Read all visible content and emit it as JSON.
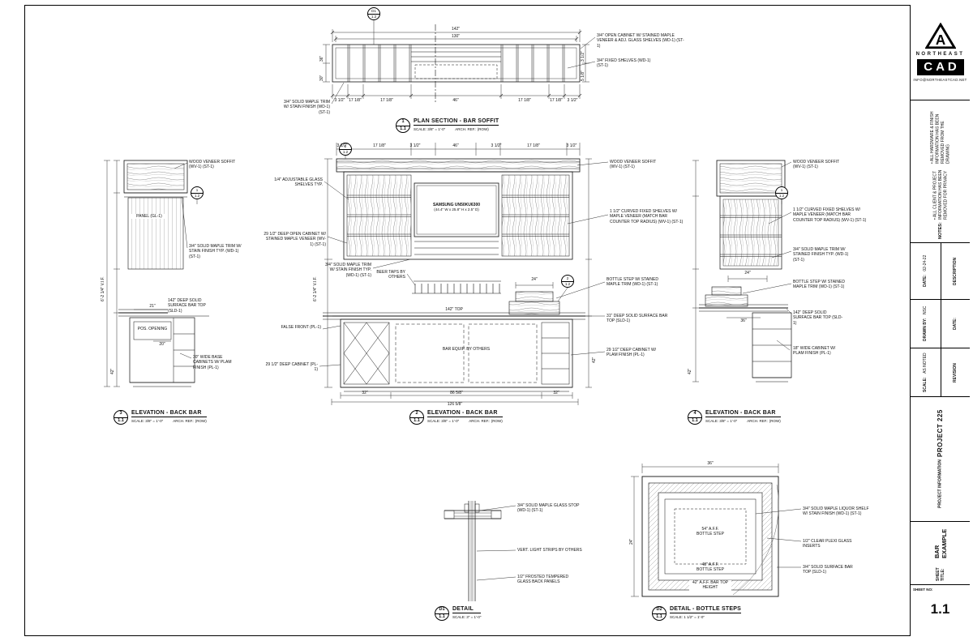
{
  "brand": {
    "logo_letter": "A",
    "name_top": "NORTHEAST",
    "name_main": "CAD",
    "email": "INFO@NORTHEASTCAD.NET"
  },
  "titleblock": {
    "notes_label": "NOTES:",
    "note1": "• ALL CLIENT & PROJECT INFORMATION HAS BEEN REMOVED FOR PRIVACY",
    "note2": "• ALL HARDWARE & FINISH INFORMATION HAS BEEN REMOVED FROM THE DRAWING",
    "date_label": "DATE:",
    "date_value": "02-24-22",
    "description_label": "DESCRIPTION",
    "drawn_by_label": "DRAWN BY:",
    "drawn_by_value": "NSC",
    "rev_date_label": "DATE:",
    "scale_label": "SCALE:",
    "scale_value": "AS NOTED",
    "revision_label": "REVISION",
    "project_info_label": "PROJECT INFORMATION",
    "project_name": "PROJECT 225",
    "sheet_title_label": "SHEET TITLE:",
    "sheet_title": "BAR EXAMPLE",
    "sheet_no_label": "SHEET NO:",
    "sheet_no": "1.1"
  },
  "plan": {
    "bubble_top": "D1",
    "bubble_bottom": "1.2",
    "title": "PLAN SECTION - BAR SOFFIT",
    "marker_num": "1",
    "marker_sheet": "1.1",
    "scale": "SCALE: 3/8\" = 1'-0\"",
    "arch_ref": "ARCH. REF.: (ROW)",
    "ann_open_cabinet": "3/4\" OPEN CABINET W/ STAINED MAPLE VENEER & ADJ. GLASS SHELVES (WD-1) (ST-1)",
    "ann_fixed_shelves": "3/4\" FIXED SHELVES (WD-1) (ST-1)",
    "ann_maple_trim": "3/4\" SOLID MAPLE TRIM W/ STAIN FINISH (WD-1) (ST-1)",
    "dim_142": "142\"",
    "dim_130": "130\"",
    "dim_36": "36\"",
    "dim_30": "30\"",
    "dim_3_right": "3 1/2\"",
    "dim_5": "5 1/8\"",
    "dims_bottom": [
      "3 1/2\"",
      "17 1/8\"",
      "17 1/8\"",
      "46\"",
      "17 1/8\"",
      "17 1/8\"",
      "3 1/2\""
    ]
  },
  "elev_center": {
    "bubble1_top": "2",
    "bubble1_bottom": "1.2",
    "bubble2_top": "2",
    "bubble2_bottom": "1.2",
    "title": "ELEVATION - BACK BAR",
    "marker_num": "2",
    "marker_sheet": "1.1",
    "scale": "SCALE: 3/8\" = 1'-0\"",
    "arch_ref": "ARCH. REF.: (ROW)",
    "ann_soffit": "WOOD VENEER SOFFIT (WV-1) (ST-1)",
    "ann_glass_shelves": "1/4\" ADJUSTABLE GLASS SHELVES TYP.",
    "ann_open_cabinet": "29 1/2\" DEEP OPEN CABINET W/ STAINED MAPLE VENEER (WV-1) (ST-1)",
    "ann_maple_trim": "3/4\" SOLID MAPLE TRIM W/ STAIN FINISH TYP. (WD-1) (ST-1)",
    "ann_beer_taps": "BEER TAPS BY OTHERS",
    "ann_false_front": "FALSE FRONT (PL-1)",
    "ann_deep_cabinet_left": "29 1/2\" DEEP CABINET (PL-1)",
    "ann_curved_shelves": "1 1/2\" CURVED FIXED SHELVES W/ MAPLE VENEER (MATCH BAR COUNTER TOP RADIUS) (WV-1) (ST-1)",
    "ann_bottle_step": "BOTTLE STEP W/ STAINED MAPLE TRIM (WD-1) (ST-1)",
    "ann_bar_top": "31\" DEEP SOLID SURFACE BAR TOP (SLD-1)",
    "ann_deep_cabinet_right": "29 1/2\" DEEP CABINET W/ PLAM FINISH (PL-1)",
    "tv_line1": "SAMSUNG UN50KU6300",
    "tv_line2": "(44.4\" W x 25.8\" H x 2.5\" D)",
    "equip_label": "BAR EQUIP. BY OTHERS",
    "top_label": "142\" TOP",
    "dims_top": [
      "3 1/2\"",
      "17 1/8\"",
      "3 1/2\"",
      "46\"",
      "3 1/2\"",
      "17 1/8\"",
      "3 1/2\""
    ],
    "dim_left_total": "6'-2 1/4\" V.I.F.",
    "dim_24": "24\"",
    "dim_42": "42\"",
    "dim_bottom_32": "32\"",
    "dim_bottom_32r": "32\"",
    "dim_bottom_86": "86 5/8\"",
    "dim_bottom_126": "126 5/8\""
  },
  "elev_left": {
    "bubble_top": "1",
    "bubble_bottom": "1.2",
    "title": "ELEVATION - BACK BAR",
    "marker_num": "3",
    "marker_sheet": "1.1",
    "scale": "SCALE: 3/8\" = 1'-0\"",
    "arch_ref": "ARCH. REF.: (ROW)",
    "ann_soffit": "WOOD VENEER SOFFIT (WV-1) (ST-1)",
    "ann_panel": "PANEL (GL-1)",
    "ann_maple_trim": "3/4\" SOLID MAPLE TRIM W/ STAIN FINISH TYP. (WD-1) (ST-1)",
    "ann_bar_top": "142\" DEEP SOLID SURFACE BAR TOP (SLD-1)",
    "ann_pos": "POS. OPENING",
    "ann_base": "30\" WIDE BASE CABINETS W/ PLAM FINISH (PL-1)",
    "dim_21": "21\"",
    "dim_20": "20\"",
    "dim_42": "42\"",
    "dim_total": "6'-2 1/4\" V.I.F."
  },
  "elev_right": {
    "bubble_top": "1",
    "bubble_bottom": "1.2",
    "title": "ELEVATION - BACK BAR",
    "marker_num": "4",
    "marker_sheet": "1.1",
    "scale": "SCALE: 3/8\" = 1'-0\"",
    "arch_ref": "ARCH. REF.: (ROW)",
    "ann_soffit": "WOOD VENEER SOFFIT (WV-1) (ST-1)",
    "ann_curved_shelves": "1 1/2\" CURVED FIXED SHELVES W/ MAPLE VENEER (MATCH BAR COUNTER TOP RADIUS) (WV-1) (ST-1)",
    "ann_maple_trim": "3/4\" SOLID MAPLE TRIM W/ STAINED FINISH TYP. (WD-1) (ST-1)",
    "ann_bottle_step": "BOTTLE STEP W/ STAINED MAPLE TRIM (WD-1) (ST-1)",
    "ann_bar_top": "142\" DEEP SOLID SURFACE BAR TOP (SLD-1)",
    "ann_cabinet": "18\" WIDE CABINET W/ PLAM FINISH (PL-1)",
    "dim_24": "24\"",
    "dim_36": "36\"",
    "dim_42": "42\""
  },
  "detail_glass": {
    "title": "DETAIL",
    "marker_num": "D1",
    "marker_sheet": "1.1",
    "scale": "SCALE: 3\" = 1'-0\"",
    "ann_glass_stop": "3/4\" SOLID MAPLE GLASS STOP (WD-1) (ST-1)",
    "ann_light_strips": "VERT. LIGHT STRIPS BY OTHERS",
    "ann_frosted": "1/2\" FROSTED TEMPERED GLASS BACK PANELS"
  },
  "detail_steps": {
    "title": "DETAIL - BOTTLE STEPS",
    "marker_num": "D2",
    "marker_sheet": "1.1",
    "scale": "SCALE: 1 1/2\" = 1'-0\"",
    "ann_liquor_shelf": "3/4\" SOLID MAPLE LIQUOR SHELF W/ STAIN FINISH (WD-1) (ST-1)",
    "ann_plexi": "1/2\" CLEAR PLEXI GLASS INSERTS",
    "ann_bar_top": "3/4\" SOLID SURFACE BAR TOP (SLD-1)",
    "label_54": "54\" A.F.F. BOTTLE STEP",
    "label_48": "48\" A.F.F. BOTTLE STEP",
    "label_42": "42\" A.F.F. BAR TOP HEIGHT",
    "dim_36": "36\"",
    "dim_24": "24\""
  }
}
